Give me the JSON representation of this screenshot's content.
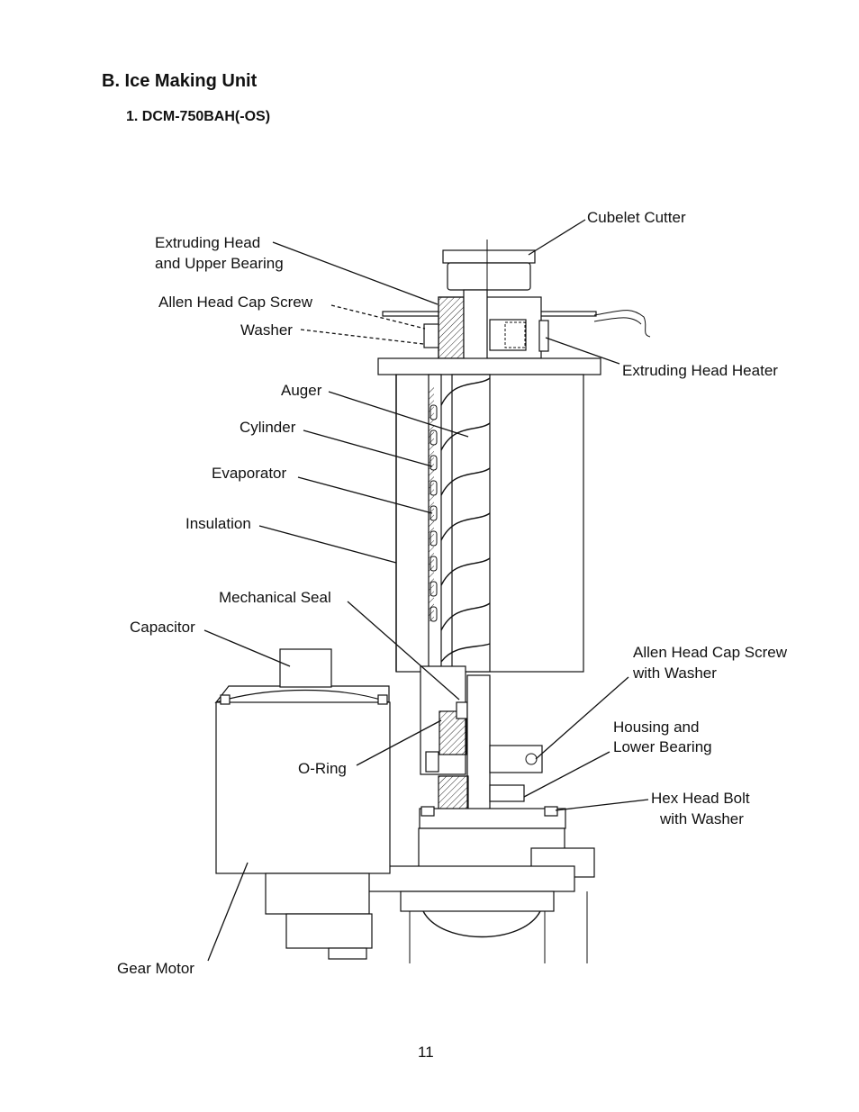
{
  "header": {
    "section_title": "B. Ice Making Unit",
    "sub_title": "1. DCM-750BAH(-OS)"
  },
  "labels": {
    "cubelet_cutter": "Cubelet Cutter",
    "extruding_head_1": "Extruding Head",
    "extruding_head_2": "and Upper Bearing",
    "allen_head_cap_screw": "Allen Head Cap Screw",
    "washer": "Washer",
    "extruding_head_heater": "Extruding Head Heater",
    "auger": "Auger",
    "cylinder": "Cylinder",
    "evaporator": "Evaporator",
    "insulation": "Insulation",
    "mechanical_seal": "Mechanical Seal",
    "capacitor": "Capacitor",
    "allen_screw_washer_1": "Allen Head Cap Screw",
    "allen_screw_washer_2": "with Washer",
    "housing_1": "Housing and",
    "housing_2": "Lower Bearing",
    "hex_bolt_1": "Hex Head Bolt",
    "hex_bolt_2": "with Washer",
    "o_ring": "O-Ring",
    "gear_motor": "Gear Motor"
  },
  "footer": {
    "page_number": "11"
  }
}
